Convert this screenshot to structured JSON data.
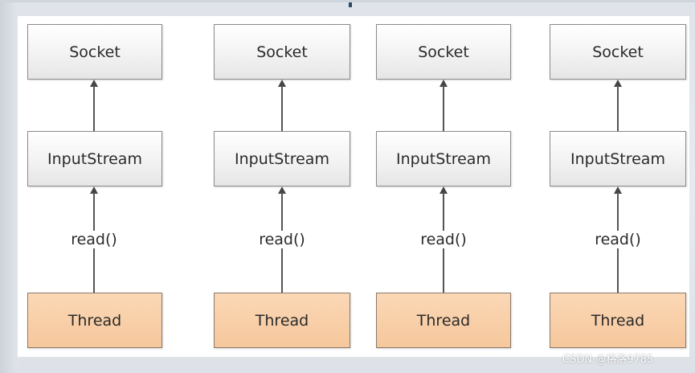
{
  "columns": [
    {
      "socket": "Socket",
      "stream": "InputStream",
      "call": "read()",
      "thread": "Thread"
    },
    {
      "socket": "Socket",
      "stream": "InputStream",
      "call": "read()",
      "thread": "Thread"
    },
    {
      "socket": "Socket",
      "stream": "InputStream",
      "call": "read()",
      "thread": "Thread"
    },
    {
      "socket": "Socket",
      "stream": "InputStream",
      "call": "read()",
      "thread": "Thread"
    }
  ],
  "watermark": "CSDN @格洛9785",
  "colors": {
    "thread_fill": "#f8cba3",
    "box_border": "#8a8a8a",
    "line": "#555555"
  }
}
